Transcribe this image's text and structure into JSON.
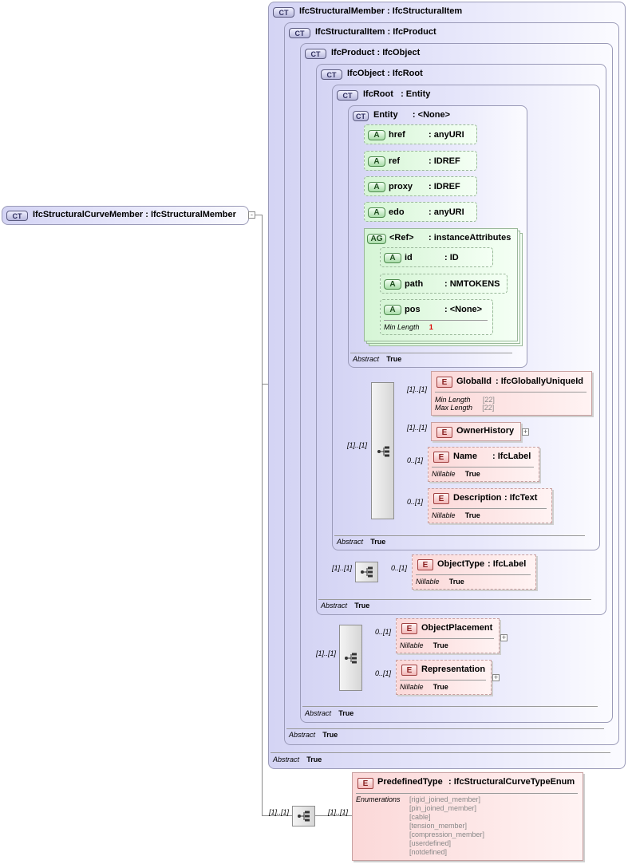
{
  "badges": {
    "ct": "CT",
    "attribute": "A",
    "attribute_group": "AG",
    "element": "E"
  },
  "root": {
    "name": "IfcStructuralCurveMember",
    "type": "IfcStructuralMember"
  },
  "types": [
    {
      "name": "IfcStructuralMember",
      "type": "IfcStructuralItem"
    },
    {
      "name": "IfcStructuralItem",
      "type": "IfcProduct"
    },
    {
      "name": "IfcProduct",
      "type": "IfcObject"
    },
    {
      "name": "IfcObject",
      "type": "IfcRoot"
    },
    {
      "name": "IfcRoot",
      "type": "Entity"
    },
    {
      "name": "Entity",
      "type": "<None>"
    }
  ],
  "separator": ":",
  "abstract": {
    "label": "Abstract",
    "value": "True"
  },
  "nillable": {
    "label": "Nillable",
    "value": "True"
  },
  "attributes": [
    {
      "name": "href",
      "type": "anyURI"
    },
    {
      "name": "ref",
      "type": "IDREF"
    },
    {
      "name": "proxy",
      "type": "IDREF"
    },
    {
      "name": "edo",
      "type": "anyURI"
    }
  ],
  "attribute_group": {
    "name": "<Ref>",
    "type": "instanceAttributes",
    "items": [
      {
        "name": "id",
        "type": "ID"
      },
      {
        "name": "path",
        "type": "NMTOKENS"
      },
      {
        "name": "pos",
        "type": "<None>"
      }
    ],
    "min_length_label": "Min Length",
    "min_length_value": "1"
  },
  "elements": {
    "global_id": {
      "name": "GlobalId",
      "type": "IfcGloballyUniqueId",
      "min_label": "Min Length",
      "min_value": "[22]",
      "max_label": "Max Length",
      "max_value": "[22]",
      "card": "[1]..[1]"
    },
    "owner_history": {
      "name": "OwnerHistory",
      "card": "[1]..[1]"
    },
    "name": {
      "name": "Name",
      "type": "IfcLabel",
      "card": "0..[1]"
    },
    "description": {
      "name": "Description",
      "type": "IfcText",
      "card": "0..[1]"
    },
    "object_type": {
      "name": "ObjectType",
      "type": "IfcLabel",
      "card": "0..[1]"
    },
    "object_placement": {
      "name": "ObjectPlacement",
      "card": "0..[1]"
    },
    "representation": {
      "name": "Representation",
      "card": "0..[1]"
    },
    "predefined_type": {
      "name": "PredefinedType",
      "type": "IfcStructuralCurveTypeEnum",
      "enum_label": "Enumerations",
      "values": [
        "[rigid_joined_member]",
        "[pin_joined_member]",
        "[cable]",
        "[tension_member]",
        "[compression_member]",
        "[userdefined]",
        "[notdefined]"
      ],
      "card": "[1]..[1]"
    }
  },
  "sequences": {
    "root_seq": "[1]..[1]",
    "object_seq": "[1]..[1]",
    "product_seq": "[1]..[1]",
    "bottom_seq": "[1]..[1]"
  },
  "icons": {
    "complex_type": "ct-icon",
    "sequence": "sequence-icon",
    "expand": "plus-icon"
  }
}
